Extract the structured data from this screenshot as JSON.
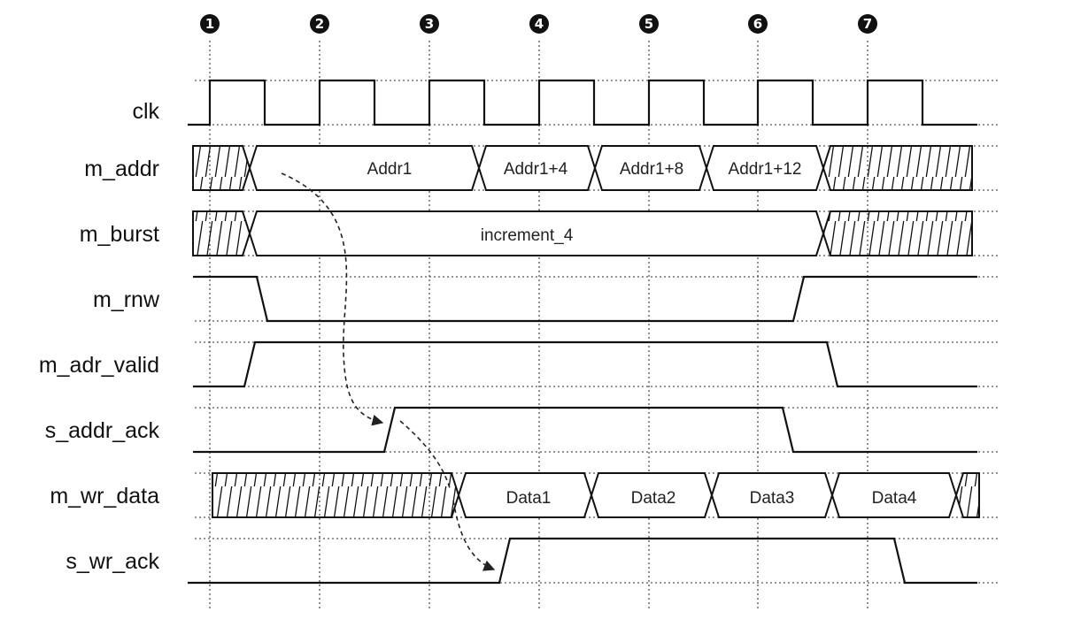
{
  "markers": [
    "1",
    "2",
    "3",
    "4",
    "5",
    "6",
    "7"
  ],
  "signals": [
    {
      "name": "clk",
      "type": "clock"
    },
    {
      "name": "m_addr",
      "type": "bus"
    },
    {
      "name": "m_burst",
      "type": "bus"
    },
    {
      "name": "m_rnw",
      "type": "level"
    },
    {
      "name": "m_adr_valid",
      "type": "level"
    },
    {
      "name": "s_addr_ack",
      "type": "level"
    },
    {
      "name": "m_wr_data",
      "type": "bus"
    },
    {
      "name": "s_wr_ack",
      "type": "level"
    }
  ],
  "bus_values": {
    "m_addr": [
      "Addr1",
      "Addr1+4",
      "Addr1+8",
      "Addr1+12"
    ],
    "m_burst": [
      "increment_4"
    ],
    "m_wr_data": [
      "Data1",
      "Data2",
      "Data3",
      "Data4"
    ]
  },
  "colors": {
    "ink": "#111111",
    "guide": "#555555",
    "background": "#ffffff"
  }
}
